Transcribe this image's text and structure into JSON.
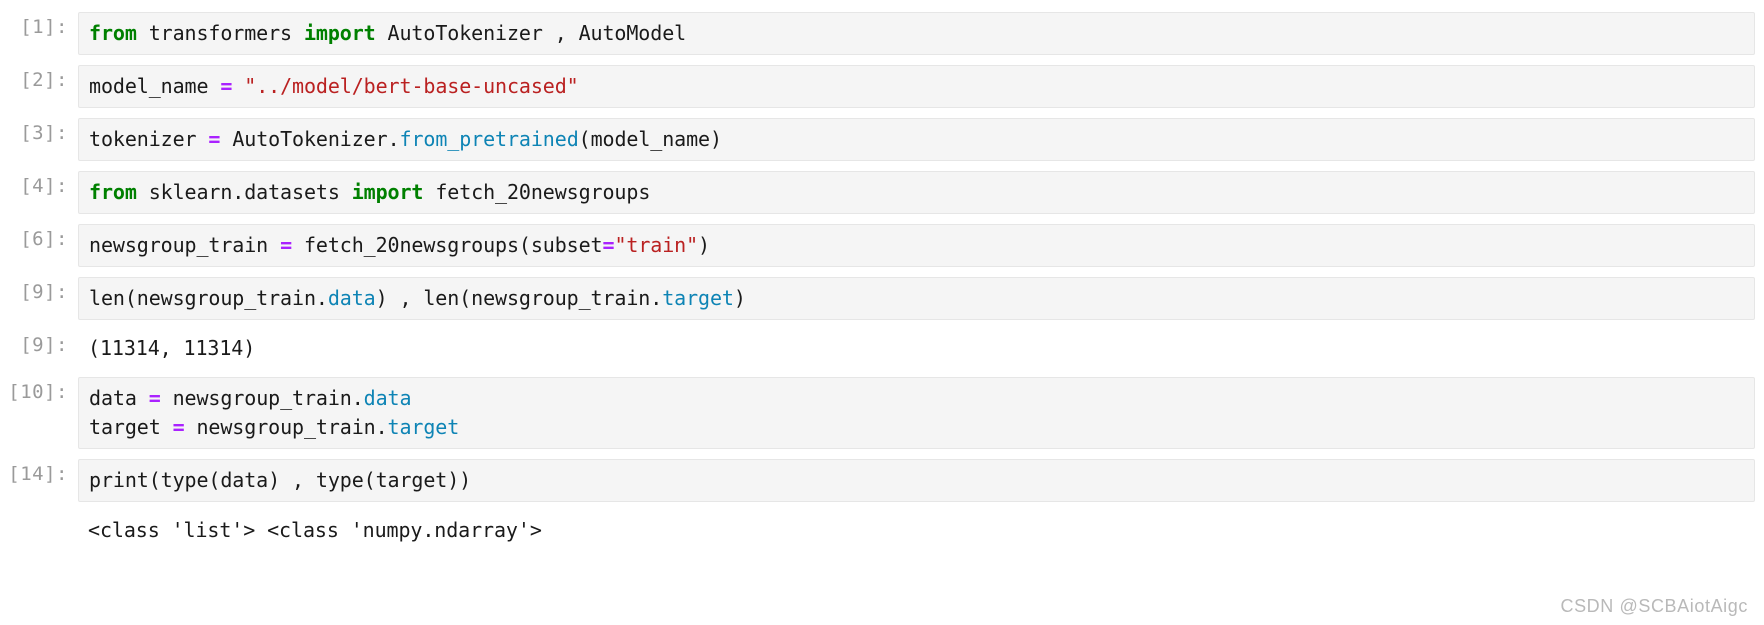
{
  "notebook": {
    "cells": [
      {
        "id": "cell-1",
        "prompt": "[1]:",
        "type": "code",
        "lines": [
          [
            {
              "t": "from",
              "c": "k"
            },
            {
              "t": " transformers ",
              "c": "n"
            },
            {
              "t": "import",
              "c": "k"
            },
            {
              "t": " AutoTokenizer , AutoModel",
              "c": "n"
            }
          ]
        ]
      },
      {
        "id": "cell-2",
        "prompt": "[2]:",
        "type": "code",
        "lines": [
          [
            {
              "t": "model_name ",
              "c": "n"
            },
            {
              "t": "=",
              "c": "o"
            },
            {
              "t": " ",
              "c": "n"
            },
            {
              "t": "\"../model/bert-base-uncased\"",
              "c": "s"
            }
          ]
        ]
      },
      {
        "id": "cell-3",
        "prompt": "[3]:",
        "type": "code",
        "lines": [
          [
            {
              "t": "tokenizer ",
              "c": "n"
            },
            {
              "t": "=",
              "c": "o"
            },
            {
              "t": " AutoTokenizer",
              "c": "n"
            },
            {
              "t": ".",
              "c": "p"
            },
            {
              "t": "from_pretrained",
              "c": "nf"
            },
            {
              "t": "(model_name)",
              "c": "p"
            }
          ]
        ]
      },
      {
        "id": "cell-4",
        "prompt": "[4]:",
        "type": "code",
        "lines": [
          [
            {
              "t": "from",
              "c": "k"
            },
            {
              "t": " sklearn.datasets ",
              "c": "n"
            },
            {
              "t": "import",
              "c": "k"
            },
            {
              "t": " fetch_20newsgroups",
              "c": "n"
            }
          ]
        ]
      },
      {
        "id": "cell-6",
        "prompt": "[6]:",
        "type": "code",
        "lines": [
          [
            {
              "t": "newsgroup_train ",
              "c": "n"
            },
            {
              "t": "=",
              "c": "o"
            },
            {
              "t": " fetch_20newsgroups(subset",
              "c": "n"
            },
            {
              "t": "=",
              "c": "o"
            },
            {
              "t": "\"train\"",
              "c": "s"
            },
            {
              "t": ")",
              "c": "p"
            }
          ]
        ]
      },
      {
        "id": "cell-9",
        "prompt": "[9]:",
        "type": "code",
        "lines": [
          [
            {
              "t": "len(newsgroup_train.",
              "c": "n"
            },
            {
              "t": "data",
              "c": "nf"
            },
            {
              "t": ") , len(newsgroup_train.",
              "c": "n"
            },
            {
              "t": "target",
              "c": "nf"
            },
            {
              "t": ")",
              "c": "n"
            }
          ]
        ]
      },
      {
        "id": "output-9",
        "prompt": "[9]:",
        "type": "output",
        "stream": false,
        "lines": [
          [
            {
              "t": "(11314, 11314)",
              "c": "n"
            }
          ]
        ]
      },
      {
        "id": "cell-10",
        "prompt": "[10]:",
        "type": "code",
        "lines": [
          [
            {
              "t": "data ",
              "c": "n"
            },
            {
              "t": "=",
              "c": "o"
            },
            {
              "t": " newsgroup_train.",
              "c": "n"
            },
            {
              "t": "data",
              "c": "nf"
            }
          ],
          [
            {
              "t": "target ",
              "c": "n"
            },
            {
              "t": "=",
              "c": "o"
            },
            {
              "t": " newsgroup_train.",
              "c": "n"
            },
            {
              "t": "target",
              "c": "nf"
            }
          ]
        ]
      },
      {
        "id": "cell-14",
        "prompt": "[14]:",
        "type": "code",
        "lines": [
          [
            {
              "t": "print(type(data) , type(target))",
              "c": "n"
            }
          ]
        ]
      },
      {
        "id": "output-14",
        "prompt": "",
        "type": "output",
        "stream": true,
        "lines": [
          [
            {
              "t": "<class 'list'> <class 'numpy.ndarray'>",
              "c": "n"
            }
          ]
        ]
      }
    ]
  },
  "watermark": {
    "text": "CSDN @SCBAiotAigc"
  },
  "colors": {
    "keyword": "#008000",
    "string": "#ba2121",
    "operator": "#aa22ff",
    "attribute": "#0e84b5",
    "text": "#1a1a1a",
    "prompt": "#9a9a9a",
    "cell_background": "#f5f5f5",
    "cell_border": "#e6e6e6",
    "page_background": "#ffffff",
    "watermark": "#b9b9b9"
  }
}
